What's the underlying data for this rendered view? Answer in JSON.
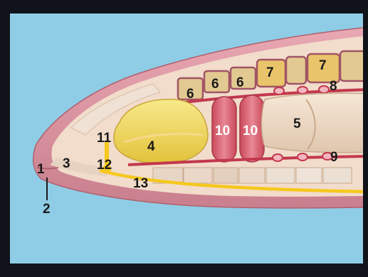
{
  "figure": {
    "labels": {
      "l1": "1",
      "l2": "2",
      "l3": "3",
      "l4": "4",
      "l5": "5",
      "l6a": "6",
      "l6b": "6",
      "l6c": "6",
      "l7a": "7",
      "l7b": "7",
      "l8": "8",
      "l9": "9",
      "l10a": "10",
      "l10b": "10",
      "l11": "11",
      "l12": "12",
      "l13": "13"
    },
    "colors": {
      "frame": "#11131a",
      "background": "#8fcde6",
      "body_wall": "#d99aa4",
      "body_inner": "#f2dccb",
      "pharynx": "#f0dc5c",
      "hearts": "#d9616f",
      "nerve_cord": "#f5c81e",
      "blood_vessel": "#c2384d",
      "gut": "#e9d6c3"
    }
  }
}
